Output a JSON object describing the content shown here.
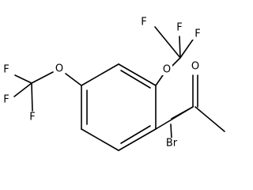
{
  "molecule": {
    "atoms": {
      "f1": "F",
      "f2": "F",
      "f3": "F",
      "o1": "O",
      "f4": "F",
      "f5": "F",
      "f6": "F",
      "o2": "O",
      "o3": "O",
      "br": "Br"
    }
  },
  "colors": {
    "bond": "#000000",
    "label": "#000000",
    "background": "#ffffff"
  }
}
